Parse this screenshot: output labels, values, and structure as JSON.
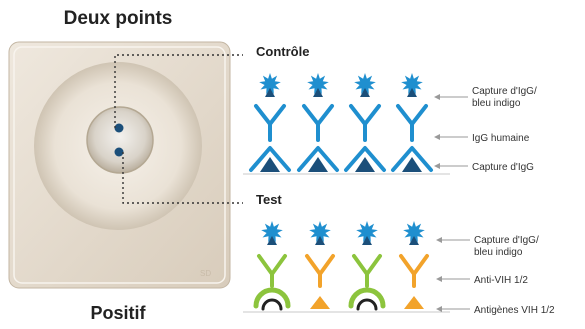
{
  "title": "Deux points",
  "result": "Positif",
  "control": {
    "heading": "Contrôle",
    "labels": [
      "Capture d'IgG/ bleu indigo",
      "IgG humaine",
      "Capture d'IgG"
    ]
  },
  "test": {
    "heading": "Test",
    "labels": [
      "Capture d'IgG/ bleu indigo",
      "Anti-VIH 1/2",
      "Antigènes VIH 1/2"
    ]
  },
  "colors": {
    "blue": "#1f8fcf",
    "dark_blue": "#1b4f7a",
    "orange": "#f2a32b",
    "green": "#8cc43d",
    "device": "#e7ddd0"
  },
  "icons": {
    "capture_star": "spiky-star-icon",
    "antibody": "y-antibody-icon",
    "antigen": "triangle-antigen-icon"
  }
}
